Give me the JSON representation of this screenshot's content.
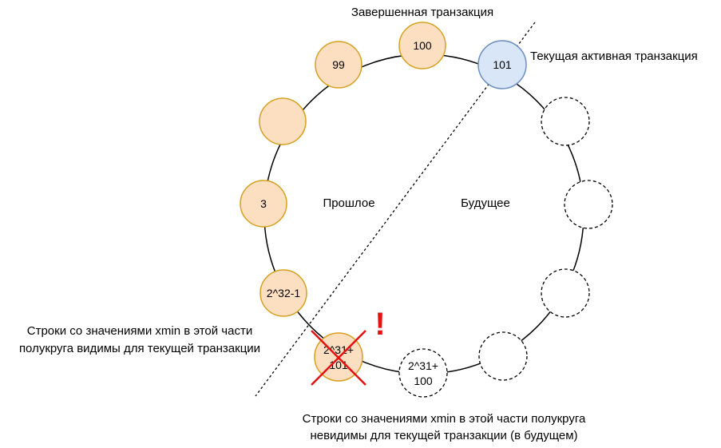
{
  "labels": {
    "completed": "Завершенная транзакция",
    "current": "Текущая активная транзакция",
    "past": "Прошлое",
    "future": "Будущее",
    "visible_line1": "Строки со значениями xmin в этой части",
    "visible_line2": "полукруга видимы для текущей транзакции",
    "invisible_line1": "Строки со значениями xmin в этой части полукруга",
    "invisible_line2": "невидимы для текущей транзакции (в будущем)",
    "warning_mark": "!"
  },
  "nodes": {
    "n100": "100",
    "n99": "99",
    "n3": "3",
    "n2pow32": "2^32-1",
    "n101": "101",
    "nCrossed_l1": "2^31+",
    "nCrossed_l2": "101",
    "nFuture_l1": "2^31+",
    "nFuture_l2": "100"
  },
  "colors": {
    "past_fill": "#fcdfc1",
    "past_stroke": "#d6a020",
    "current_fill": "#d8e6f8",
    "current_stroke": "#6c8ebf",
    "cross": "#e81010"
  }
}
